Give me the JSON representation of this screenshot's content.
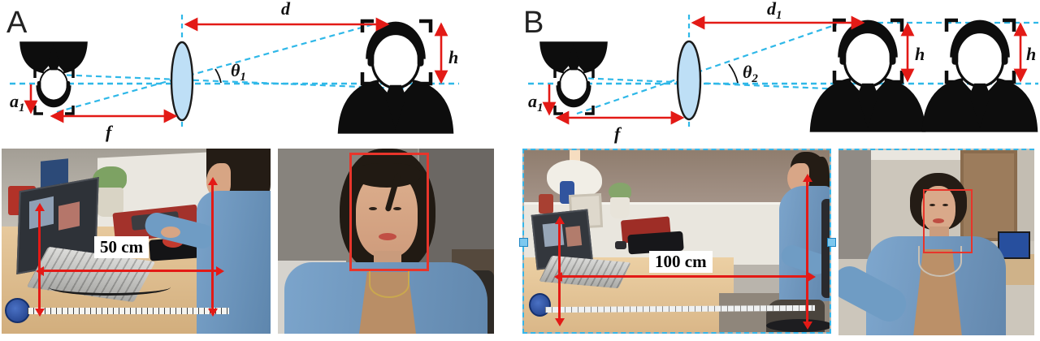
{
  "colors": {
    "arrow_red": "#e31a16",
    "dash_cyan": "#2fb8e8",
    "lens_fill": "#bedff6",
    "face_box_red": "#e8352b",
    "icon_black": "#0d0d0d"
  },
  "panel_a": {
    "label": "A",
    "d_label": "d",
    "h_label": "h",
    "theta": {
      "main": "θ",
      "sub": "1"
    },
    "a": {
      "main": "a",
      "sub": "1"
    },
    "f_label": "f",
    "photo_distance": "50 cm"
  },
  "panel_b": {
    "label": "B",
    "d": {
      "main": "d",
      "sub": "1"
    },
    "h_near_label": "h",
    "h_far_label": "h",
    "theta": {
      "main": "θ",
      "sub": "2"
    },
    "a": {
      "main": "a",
      "sub": "1"
    },
    "f_label": "f",
    "photo_distance": "100 cm"
  }
}
